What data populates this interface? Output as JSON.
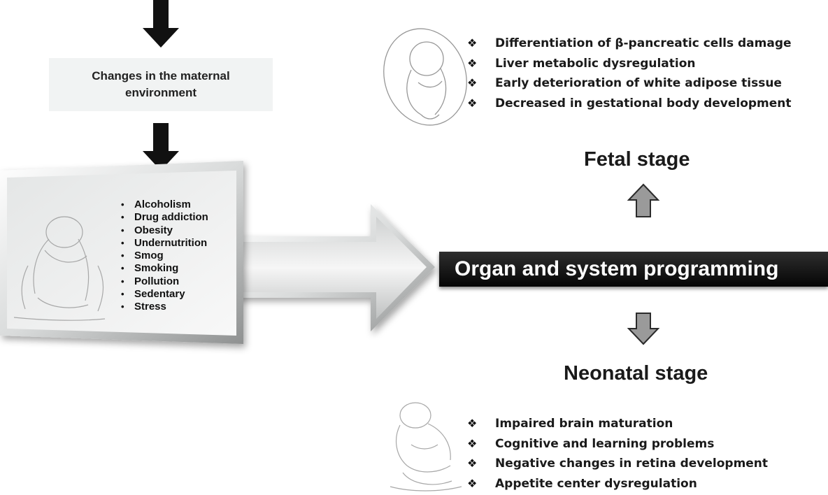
{
  "maternal_box": {
    "text_line1": "Changes in the maternal",
    "text_line2": "environment"
  },
  "risk_factors": [
    "Alcoholism",
    "Drug addiction",
    "Obesity",
    "Undernutrition",
    "Smog",
    "Smoking",
    "Pollution",
    "Sedentary",
    "Stress"
  ],
  "organ_bar": {
    "label": "Organ and system programming"
  },
  "fetal": {
    "title": "Fetal stage",
    "outcomes": [
      "Differentiation of β-pancreatic cells damage",
      "Liver metabolic dysregulation",
      "Early deterioration of white adipose tissue",
      "Decreased in gestational body development"
    ]
  },
  "neonatal": {
    "title": "Neonatal stage",
    "outcomes": [
      "Impaired brain maturation",
      "Cognitive and learning problems",
      "Negative changes in retina development",
      "Appetite center dysregulation"
    ]
  },
  "colors": {
    "arrow_dark": "#111111",
    "arrow_gray": "#9a9a9a",
    "bar_dark": "#0d0d0d",
    "box_light": "#f1f3f3"
  }
}
